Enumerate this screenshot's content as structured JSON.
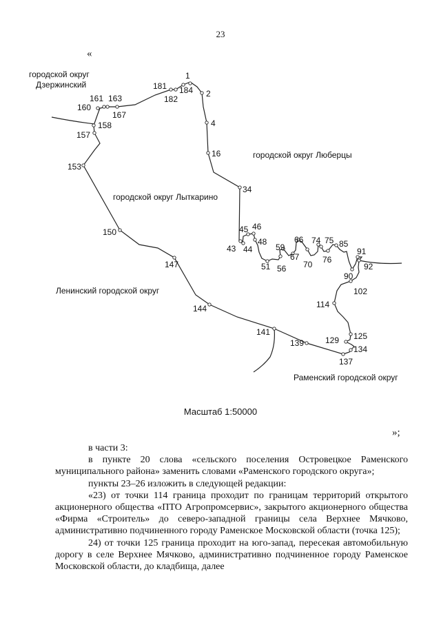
{
  "page_number": "23",
  "quote_open": "«",
  "quote_close": "»;",
  "map": {
    "scale_caption": "Масштаб 1:50000",
    "regions": [
      {
        "id": "dzer-1",
        "text": "городской округ"
      },
      {
        "id": "dzer-2",
        "text": "Дзержинский"
      },
      {
        "id": "lyub",
        "text": "городской округ Люберцы"
      },
      {
        "id": "lyt",
        "text": "городской округ Лыткарино"
      },
      {
        "id": "len",
        "text": "Ленинский городской округ"
      },
      {
        "id": "ram",
        "text": "Раменский городской округ"
      }
    ],
    "points": [
      "1",
      "2",
      "4",
      "16",
      "34",
      "45",
      "46",
      "43",
      "44",
      "48",
      "51",
      "56",
      "59",
      "66",
      "67",
      "70",
      "74",
      "75",
      "76",
      "85",
      "91",
      "90",
      "92",
      "102",
      "114",
      "125",
      "129",
      "134",
      "137",
      "139",
      "141",
      "144",
      "147",
      "150",
      "153",
      "157",
      "158",
      "160",
      "161",
      "163",
      "167",
      "181",
      "182",
      "184"
    ]
  },
  "text": {
    "p1": "в части 3:",
    "p2": "в пункте 20 слова «сельского поселения Островецкое Раменского муниципального района» заменить словами «Раменского городского округа»;",
    "p3": "пункты 23–26 изложить в следующей редакции:",
    "p4": "«23) от точки 114 граница проходит по границам территорий открытого акционерного общества «ПТО Агропромсервис», закрытого акционерного общества «Фирма «Строитель» до северо-западной границы села Верхнее Мячково, административно подчиненного городу Раменское Московской области (точка 125);",
    "p5": "24) от точки 125 граница проходит на юго-запад, пересекая автомобильную дорогу в селе Верхнее Мячково, административно подчиненное городу Раменское Московской области, до кладбища, далее"
  }
}
